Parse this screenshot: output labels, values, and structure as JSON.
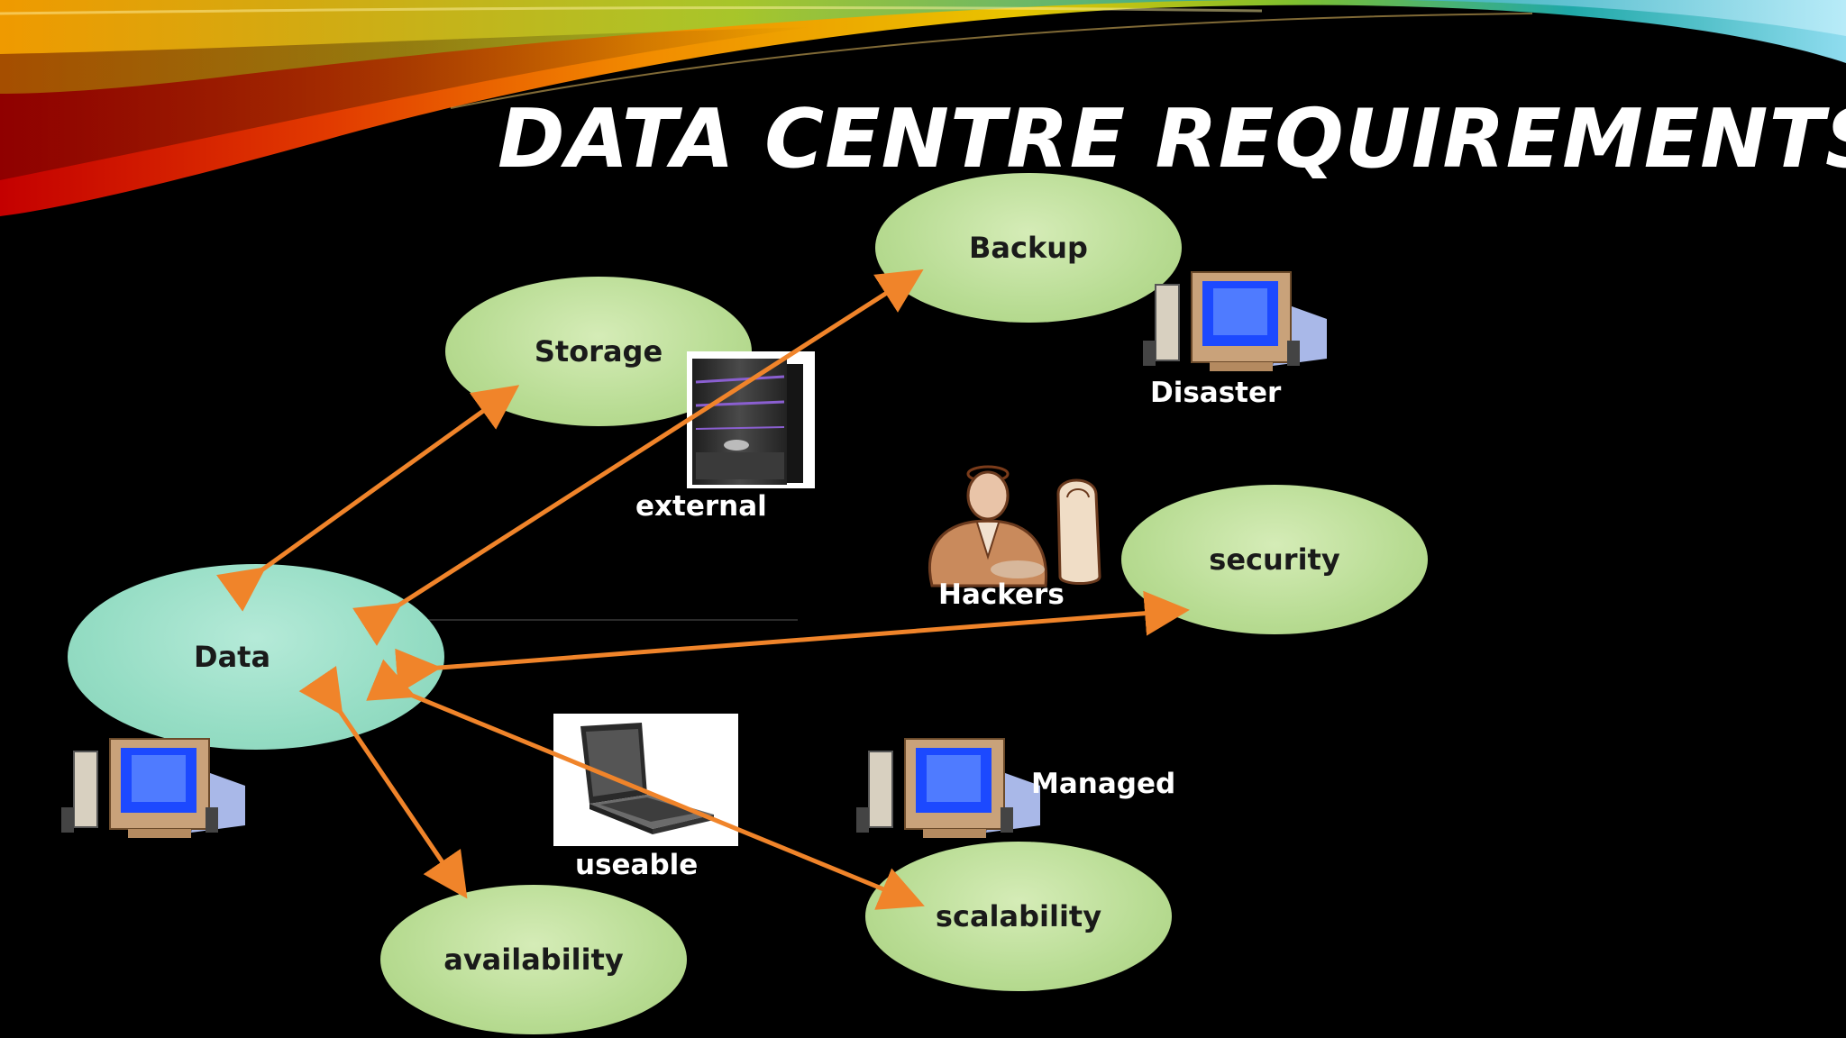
{
  "slide": {
    "title": "DATA CENTRE REQUIREMENTS"
  },
  "nodes": {
    "backup": "Backup",
    "storage": "Storage",
    "data": "Data",
    "security": "security",
    "availability": "availability",
    "scalability": "scalability"
  },
  "captions": {
    "disaster": "Disaster",
    "external": "external",
    "hackers": "Hackers",
    "useable": "useable",
    "managed": "Managed"
  },
  "colors": {
    "background": "#000000",
    "arrow": "#f0842a",
    "node_green": "#b8dc93",
    "node_teal": "#95ddc4",
    "title": "#ffffff"
  },
  "icons": [
    "desktop-computer-icon",
    "server-tower-icon",
    "laptop-icon",
    "hacker-person-icon"
  ]
}
